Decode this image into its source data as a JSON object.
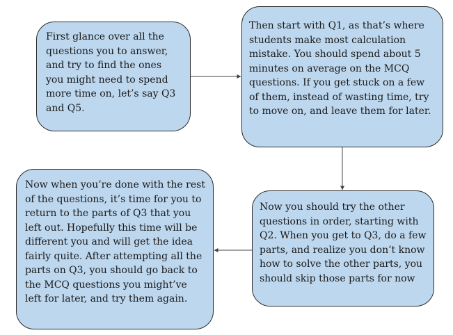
{
  "flow": {
    "steps": [
      {
        "text": "First glance over all the questions you to answer, and try to find the ones you might need to spend more time on, let’s say Q3 and Q5."
      },
      {
        "text": "Then start with Q1, as that’s where students make most calculation mistake. You should spend about 5 minutes on average on the MCQ questions. If you get stuck on a few of them, instead of wasting time, try to move on, and leave them for later."
      },
      {
        "text": "Now you should try the other questions in order, starting with Q2. When you get to Q3, do a few parts, and realize you don’t know how to solve the other parts, you should skip those parts for now"
      },
      {
        "text": "Now when you’re done with the rest of the questions, it’s time for you to return to the parts of Q3 that you left out. Hopefully this time will be different you and will get the idea fairly quite. After attempting all the parts on Q3, you should go back to the MCQ questions you might’ve left for later, and try them again."
      }
    ]
  },
  "colors": {
    "box_fill": "#bdd7ee",
    "box_border": "#2b2b2b",
    "arrow": "#444444"
  }
}
